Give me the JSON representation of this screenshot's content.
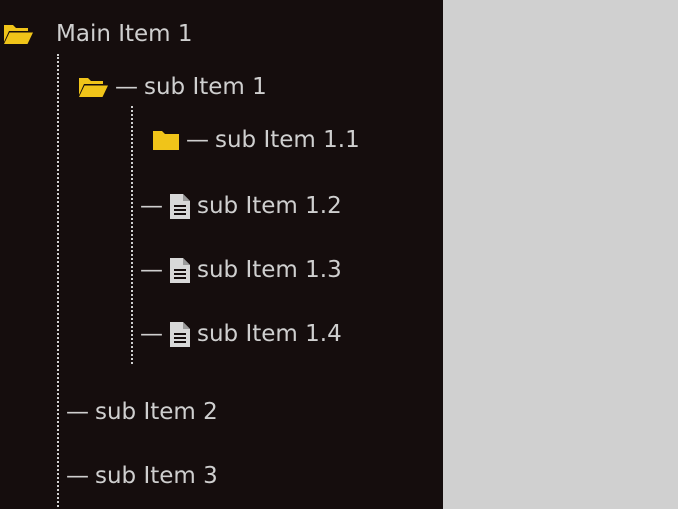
{
  "tree": {
    "dash": "—",
    "folder_color": "#f0c419",
    "doc_color": "#d8d8d8",
    "root": {
      "label": "Main Item 1",
      "icon": "folder-open-icon",
      "children": [
        {
          "label": "sub Item 1",
          "icon": "folder-open-icon",
          "children": [
            {
              "label": "sub Item 1.1",
              "icon": "folder-icon"
            },
            {
              "label": "sub Item 1.2",
              "icon": "document-icon"
            },
            {
              "label": "sub Item 1.3",
              "icon": "document-icon"
            },
            {
              "label": "sub Item 1.4",
              "icon": "document-icon"
            }
          ]
        },
        {
          "label": "sub Item 2"
        },
        {
          "label": "sub Item 3"
        }
      ]
    }
  }
}
